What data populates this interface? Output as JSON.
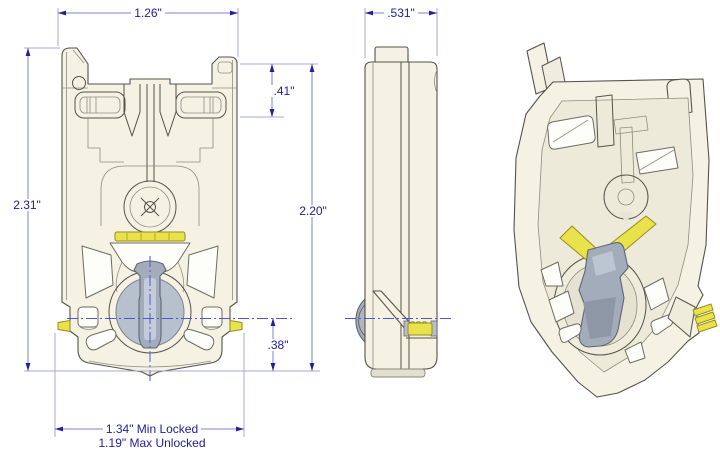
{
  "dimensions": {
    "front_width": "1.26\"",
    "side_width": ".531\"",
    "slot_offset": ".41\"",
    "overall_height": "2.31\"",
    "body_height": "2.20\"",
    "pivot_offset": ".38\"",
    "span_locked": "1.34\" Min Locked",
    "span_unlocked": "1.19\" Max Unlocked"
  },
  "colors": {
    "background": "#ffffff",
    "body_cream": "#f5f2e4",
    "body_shade": "#edeada",
    "latch_gray_blue": "#a2acba",
    "latch_disc": "#b7c0cd",
    "accent_yellow": "#e9e24a",
    "outline_gray": "#55534b",
    "dimension_text_navy": "#20209a",
    "dimension_line_periwinkle": "#7d83c8",
    "extension_line": "#a3a8d8",
    "centerline_blue": "#4d58d0"
  }
}
